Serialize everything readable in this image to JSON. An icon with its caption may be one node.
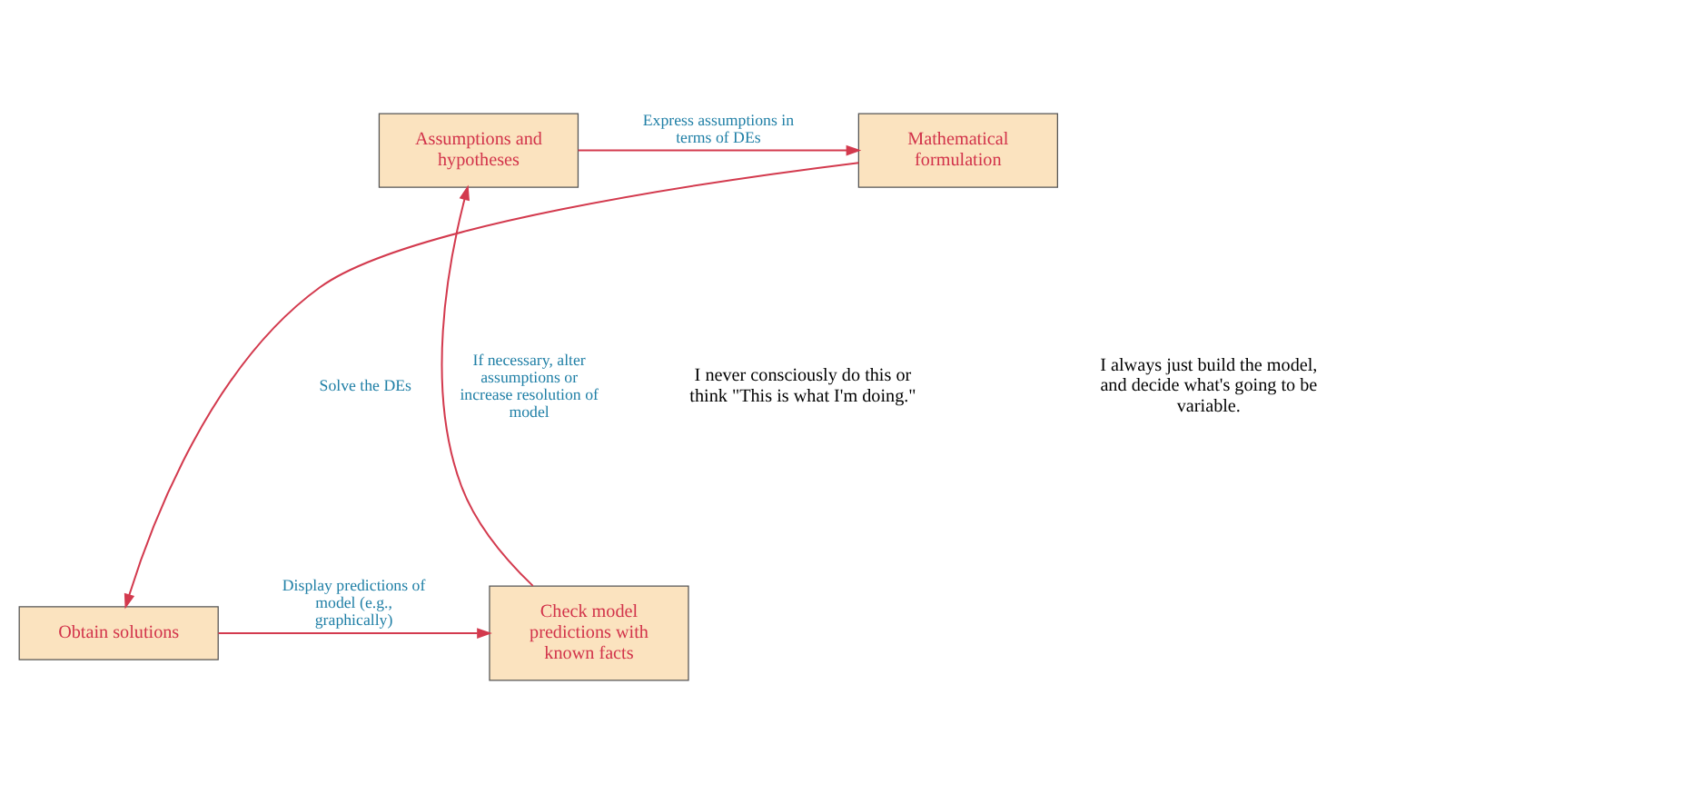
{
  "diagram": {
    "nodes": [
      {
        "text": [
          "Assumptions and hypotheses"
        ]
      },
      {
        "text": [
          "Mathematical formulation"
        ]
      },
      {
        "text": [
          "Obtain solutions"
        ]
      },
      {
        "text": [
          "Check model predictions with known facts"
        ]
      }
    ],
    "edges": [
      {
        "from": 0,
        "to": 1,
        "arrow": "to",
        "label": "Express assumptions in terms of DEs"
      },
      {
        "from": 1,
        "to": 2,
        "arrow": "to",
        "label": "Solve the DEs"
      },
      {
        "from": 2,
        "to": 3,
        "arrow": "to",
        "label": "Display predictions of model (e.g., graphically)"
      },
      {
        "from": 3,
        "to": 0,
        "arrow": "to",
        "label": "If necessary, alter assumptions or increase resolution of model"
      }
    ],
    "labels": [
      "I never consciously do this or think \"This is what I'm doing.\"",
      "I always just build the model, and decide what's going to be variable."
    ]
  }
}
